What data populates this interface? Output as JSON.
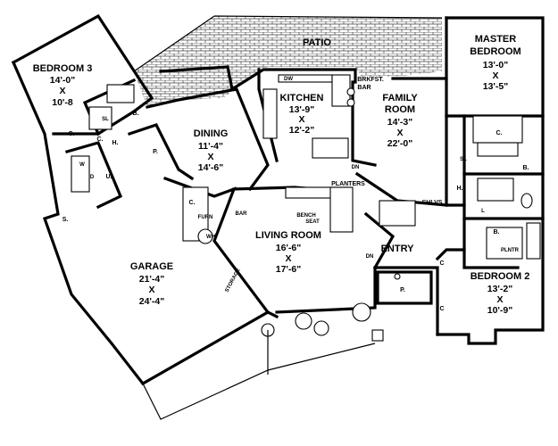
{
  "rooms": {
    "patio": "PATIO",
    "master_bedroom": {
      "l1": "MASTER",
      "l2": "BEDROOM",
      "w": "13'-0\"",
      "x": "X",
      "d": "13'-5\""
    },
    "bedroom3": {
      "name": "BEDROOM 3",
      "w": "14'-0\"",
      "x": "X",
      "d": "10'-8"
    },
    "kitchen": {
      "name": "KITCHEN",
      "w": "13'-9\"",
      "x": "X",
      "d": "12'-2\""
    },
    "family_room": {
      "l1": "FAMILY",
      "l2": "ROOM",
      "w": "14'-3\"",
      "x": "X",
      "d": "22'-0\""
    },
    "dining": {
      "name": "DINING",
      "w": "11'-4\"",
      "x": "X",
      "d": "14'-6\""
    },
    "living_room": {
      "name": "LIVING ROOM",
      "w": "16'-6\"",
      "x": "X",
      "d": "17'-6\""
    },
    "garage": {
      "name": "GARAGE",
      "w": "21'-4\"",
      "x": "X",
      "d": "24'-4\""
    },
    "bedroom2": {
      "name": "BEDROOM 2",
      "w": "13'-2\"",
      "x": "X",
      "d": "10'-9\""
    },
    "entry": "ENTRY"
  },
  "labels": {
    "brkfst": "BRKFST.",
    "bar": "BAR",
    "dw": "DW",
    "planters": "PLANTERS",
    "shlvs": "SHLVS.",
    "bench": "BENCH",
    "seat": "SEAT",
    "bar2": "BAR",
    "furn": "FURN",
    "wh": "WH",
    "storage": "STORAGE",
    "plntr": "PLNTR",
    "dn1": "DN",
    "dn2": "DN",
    "sl1": "SL",
    "sl2": "SL",
    "p1": "P.",
    "p2": "P.",
    "c1": "C.",
    "c2": "C.",
    "c3": "C.",
    "c4": "C",
    "c5": "C",
    "c6": "C.",
    "b1": "B.",
    "b2": "B.",
    "b3": "B.",
    "h1": "H.",
    "h2": "H.",
    "u": "U.",
    "s": "S.",
    "w": "W",
    "d": "D",
    "l": "L"
  }
}
